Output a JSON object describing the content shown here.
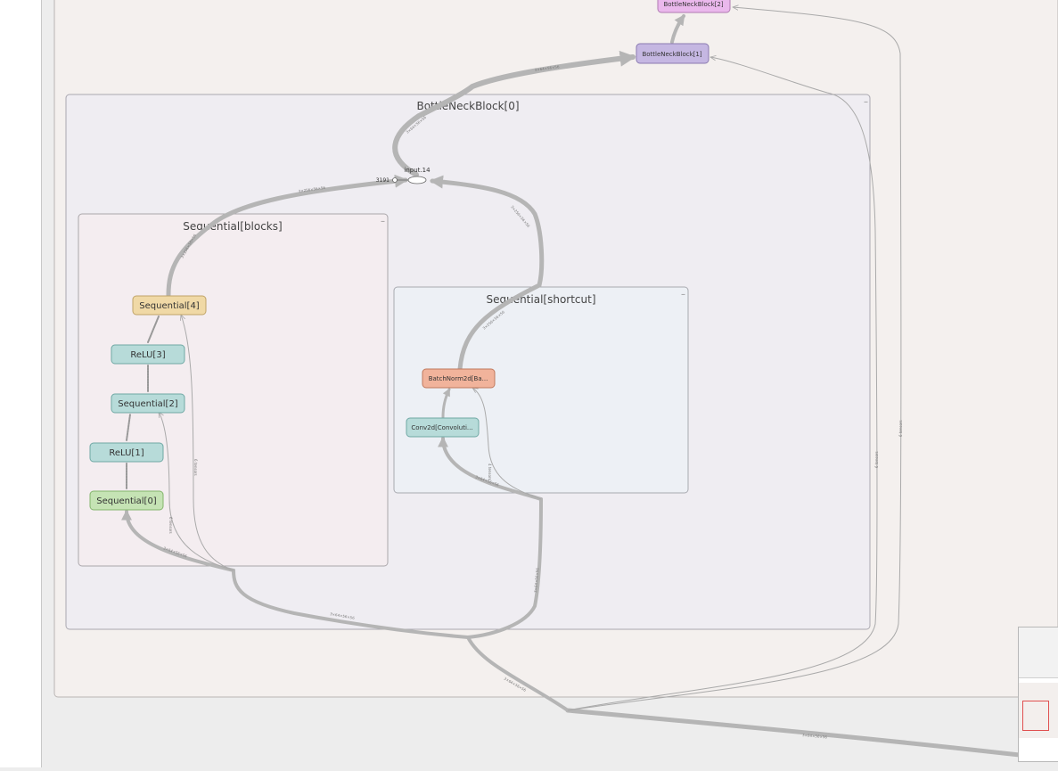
{
  "graph": {
    "groups": {
      "outer_label": "",
      "bottleneck0": "BottleNeckBlock[0]",
      "blocks": "Sequential[blocks]",
      "shortcut": "Sequential[shortcut]"
    },
    "nodes": {
      "bottleneck2": "BottleNeckBlock[2]",
      "bottleneck1": "BottleNeckBlock[1]",
      "seq4": "Sequential[4]",
      "relu3": "ReLU[3]",
      "seq2": "Sequential[2]",
      "relu1": "ReLU[1]",
      "seq0": "Sequential[0]",
      "batchnorm": "BatchNorm2d[Ba...",
      "conv2d": "Conv2d[Convoluti...",
      "input_op": "input.14",
      "input_count": "3191"
    },
    "colors": {
      "outer_fill": "#f4f0ee",
      "bottleneck_fill": "#efedf2",
      "blocks_fill": "#f4edf0",
      "shortcut_fill": "#edf0f5",
      "teal_node": "#b7dbd9",
      "green_node": "#c5e3b4",
      "yellow_node": "#f0d9a6",
      "salmon_node": "#f1b39b",
      "purple_node": "#c5b7e2",
      "pink_node": "#eab8ec",
      "edge": "#b5b5b5"
    }
  },
  "minimap": {
    "visible": true
  }
}
